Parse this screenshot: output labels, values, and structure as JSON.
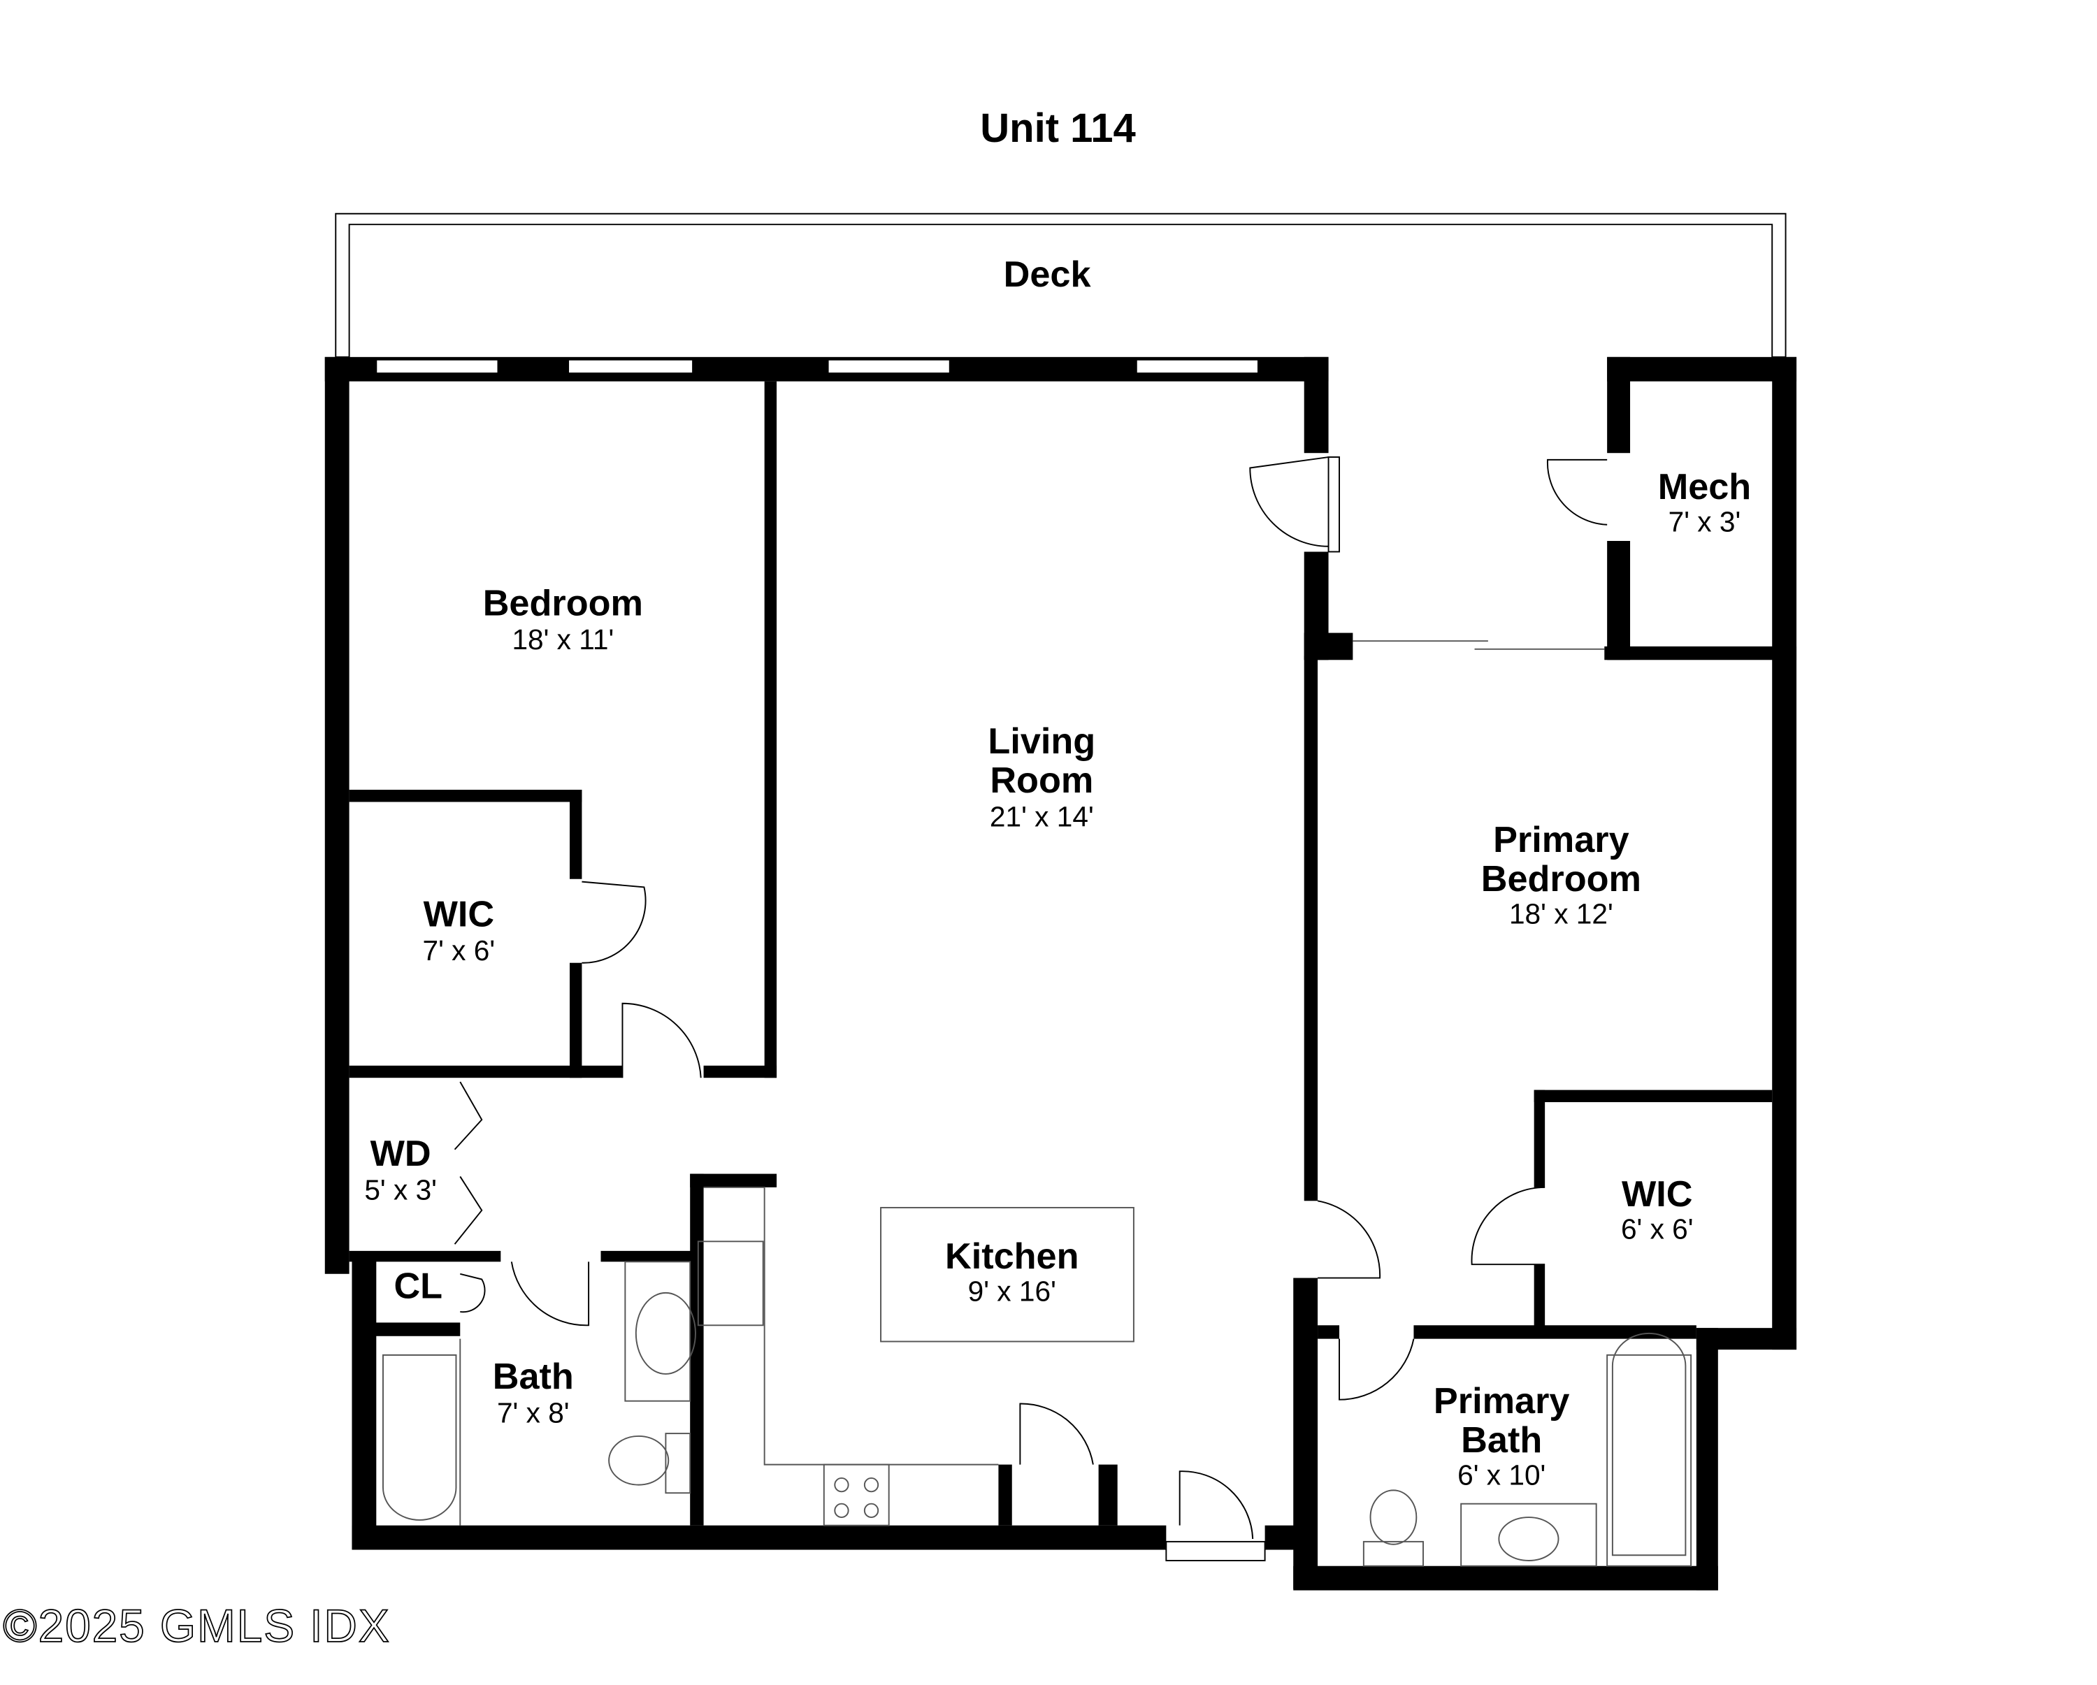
{
  "title": "Unit 114",
  "watermark": "©2025 GMLS IDX",
  "rooms": {
    "deck": {
      "name": "Deck"
    },
    "bedroom": {
      "name": "Bedroom",
      "dims": "18' x 11'"
    },
    "living": {
      "name_lines": [
        "Living",
        "Room"
      ],
      "dims": "21' x 14'"
    },
    "mech": {
      "name": "Mech",
      "dims": "7' x 3'"
    },
    "primary_bedroom": {
      "name_lines": [
        "Primary",
        "Bedroom"
      ],
      "dims": "18' x 12'"
    },
    "wic_left": {
      "name": "WIC",
      "dims": "7' x 6'"
    },
    "wd": {
      "name": "WD",
      "dims": "5' x 3'"
    },
    "cl": {
      "name": "CL"
    },
    "bath": {
      "name": "Bath",
      "dims": "7' x 8'"
    },
    "kitchen": {
      "name": "Kitchen",
      "dims": "9' x 16'"
    },
    "wic_right": {
      "name": "WIC",
      "dims": "6' x 6'"
    },
    "primary_bath": {
      "name_lines": [
        "Primary",
        "Bath"
      ],
      "dims": "6' x 10'"
    }
  }
}
